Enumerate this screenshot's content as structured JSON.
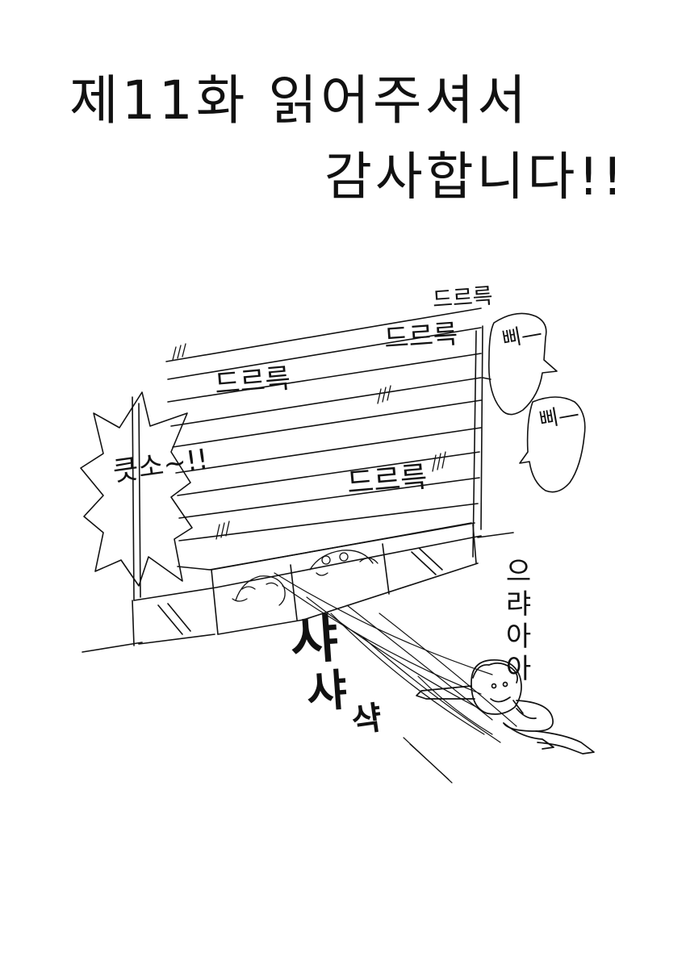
{
  "title": {
    "line1": "제11화 읽어주셔서",
    "line2": "감사합니다!!"
  },
  "sound_effects": {
    "rattle": [
      "드르륵",
      "드르륵",
      "드르륵",
      "드르륵"
    ],
    "curse": "큿소~!!",
    "beep": [
      "삐—",
      "삐—"
    ],
    "shout": "으랴아아",
    "swoosh": [
      "샤",
      "샤",
      "샥"
    ]
  },
  "colors": {
    "ink": "#111111",
    "paper": "#ffffff",
    "hatch": "#888888"
  }
}
